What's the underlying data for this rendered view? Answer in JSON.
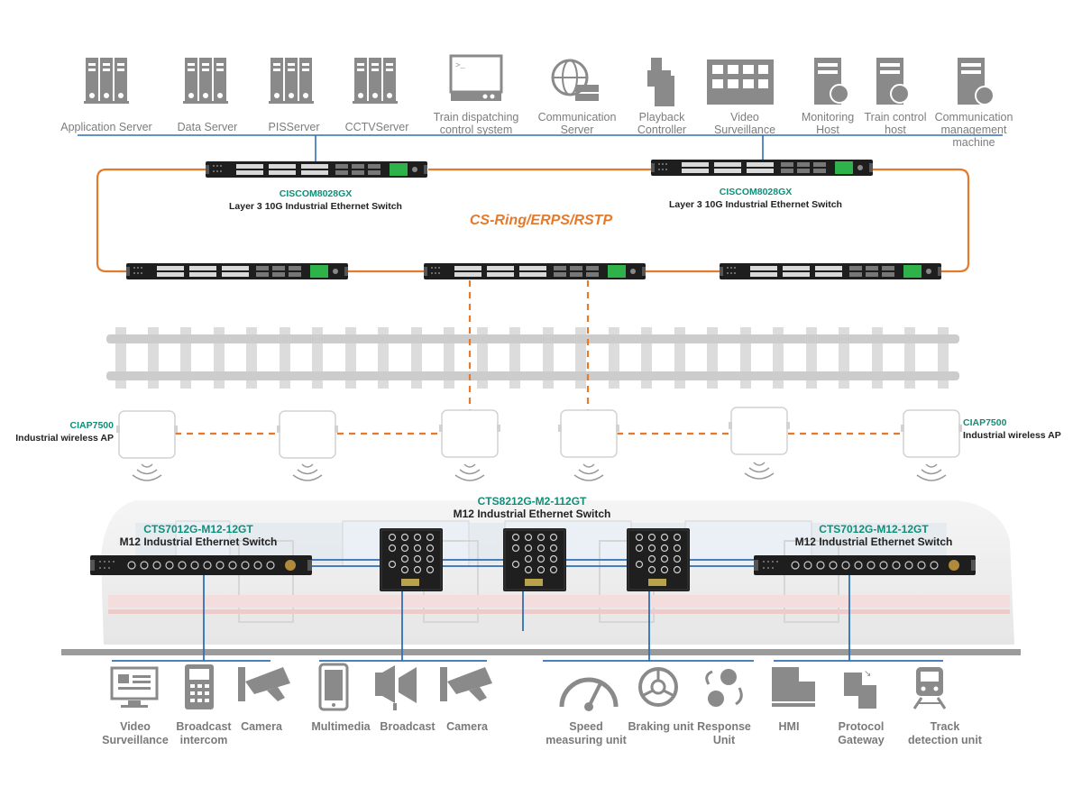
{
  "servers": [
    {
      "label": "Application Server",
      "icon": "server-rack-icon"
    },
    {
      "label": "Data Server",
      "icon": "server-rack-icon"
    },
    {
      "label": "PISServer",
      "icon": "server-rack-icon"
    },
    {
      "label": "CCTVServer",
      "icon": "server-rack-icon"
    },
    {
      "label": "Train dispatching control system",
      "icon": "monitor-terminal-icon"
    },
    {
      "label": "Communication Server",
      "icon": "globe-server-icon"
    },
    {
      "label": "Playback Controller",
      "icon": "playback-controller-icon"
    },
    {
      "label": "Video Surveillance",
      "icon": "video-wall-icon"
    },
    {
      "label": "Monitoring Host",
      "icon": "monitoring-host-icon"
    },
    {
      "label": "Train control host",
      "icon": "train-control-host-icon"
    },
    {
      "label": "Communication management machine",
      "icon": "management-machine-icon"
    }
  ],
  "core_switch": {
    "model": "CISCOM8028GX",
    "desc": "Layer 3 10G Industrial Ethernet Switch"
  },
  "ring_label": "CS-Ring/ERPS/RSTP",
  "ap": {
    "model": "CIAP7500",
    "desc": "Industrial wireless AP"
  },
  "m12_switch": {
    "model": "CTS7012G-M12-12GT",
    "desc": "M12 Industrial Ethernet Switch"
  },
  "m2_switch": {
    "model": "CTS8212G-M2-112GT",
    "desc": "M12 Industrial Ethernet Switch"
  },
  "bottom_devices": [
    {
      "label": "Video Surveillance",
      "icon": "video-surveillance-monitor-icon"
    },
    {
      "label": "Broadcast intercom",
      "icon": "broadcast-intercom-icon"
    },
    {
      "label": "Camera",
      "icon": "camera-icon"
    },
    {
      "label": "Multimedia",
      "icon": "multimedia-tablet-icon"
    },
    {
      "label": "Broadcast",
      "icon": "broadcast-speaker-icon"
    },
    {
      "label": "Camera",
      "icon": "camera-icon"
    },
    {
      "label": "Speed measuring unit",
      "icon": "speedometer-icon"
    },
    {
      "label": "Braking unit",
      "icon": "braking-wheel-icon"
    },
    {
      "label": "Response Unit",
      "icon": "response-unit-icon"
    },
    {
      "label": "HMI",
      "icon": "hmi-icon"
    },
    {
      "label": "Protocol Gateway",
      "icon": "protocol-gateway-icon"
    },
    {
      "label": "Track detection unit",
      "icon": "track-detection-train-icon"
    }
  ],
  "colors": {
    "backbone": "#2f6fb5",
    "ring": "#e47a2c",
    "icon": "#8a8a8a",
    "model": "#0f8f78"
  }
}
